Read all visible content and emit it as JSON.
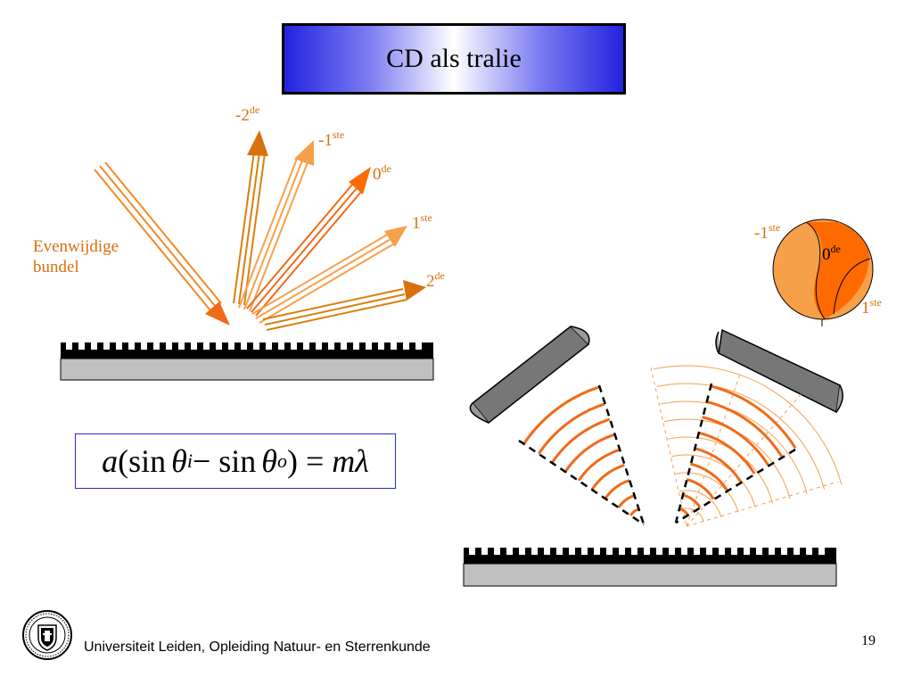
{
  "slide": {
    "title": "CD als tralie",
    "beam_label_line1": "Evenwijdige",
    "beam_label_line2": "bundel",
    "orders_left": [
      {
        "num": "-2",
        "sup": "de"
      },
      {
        "num": "-1",
        "sup": "ste"
      },
      {
        "num": "0",
        "sup": "de"
      },
      {
        "num": "1",
        "sup": "ste"
      },
      {
        "num": "2",
        "sup": "de"
      }
    ],
    "orders_circle": [
      {
        "num": "-1",
        "sup": "ste"
      },
      {
        "num": "0",
        "sup": "de"
      },
      {
        "num": "1",
        "sup": "ste"
      }
    ],
    "formula": {
      "a": "a",
      "open": "(sin",
      "theta": "θ",
      "sub_i": "i",
      "minus": " − sin",
      "sub_o": "o",
      "close": ") = ",
      "m": "m",
      "lambda": "λ"
    },
    "footer": "Universiteit Leiden, Opleiding Natuur- en Sterrenkunde",
    "page_number": "19"
  },
  "colors": {
    "orange_dark": "#d9700c",
    "orange_mid": "#f08a28",
    "orange_light": "#f7a04a",
    "orange_bright": "#ff6a00",
    "grating_fill": "#c0c0c0",
    "title_blue": "#2323e0"
  }
}
